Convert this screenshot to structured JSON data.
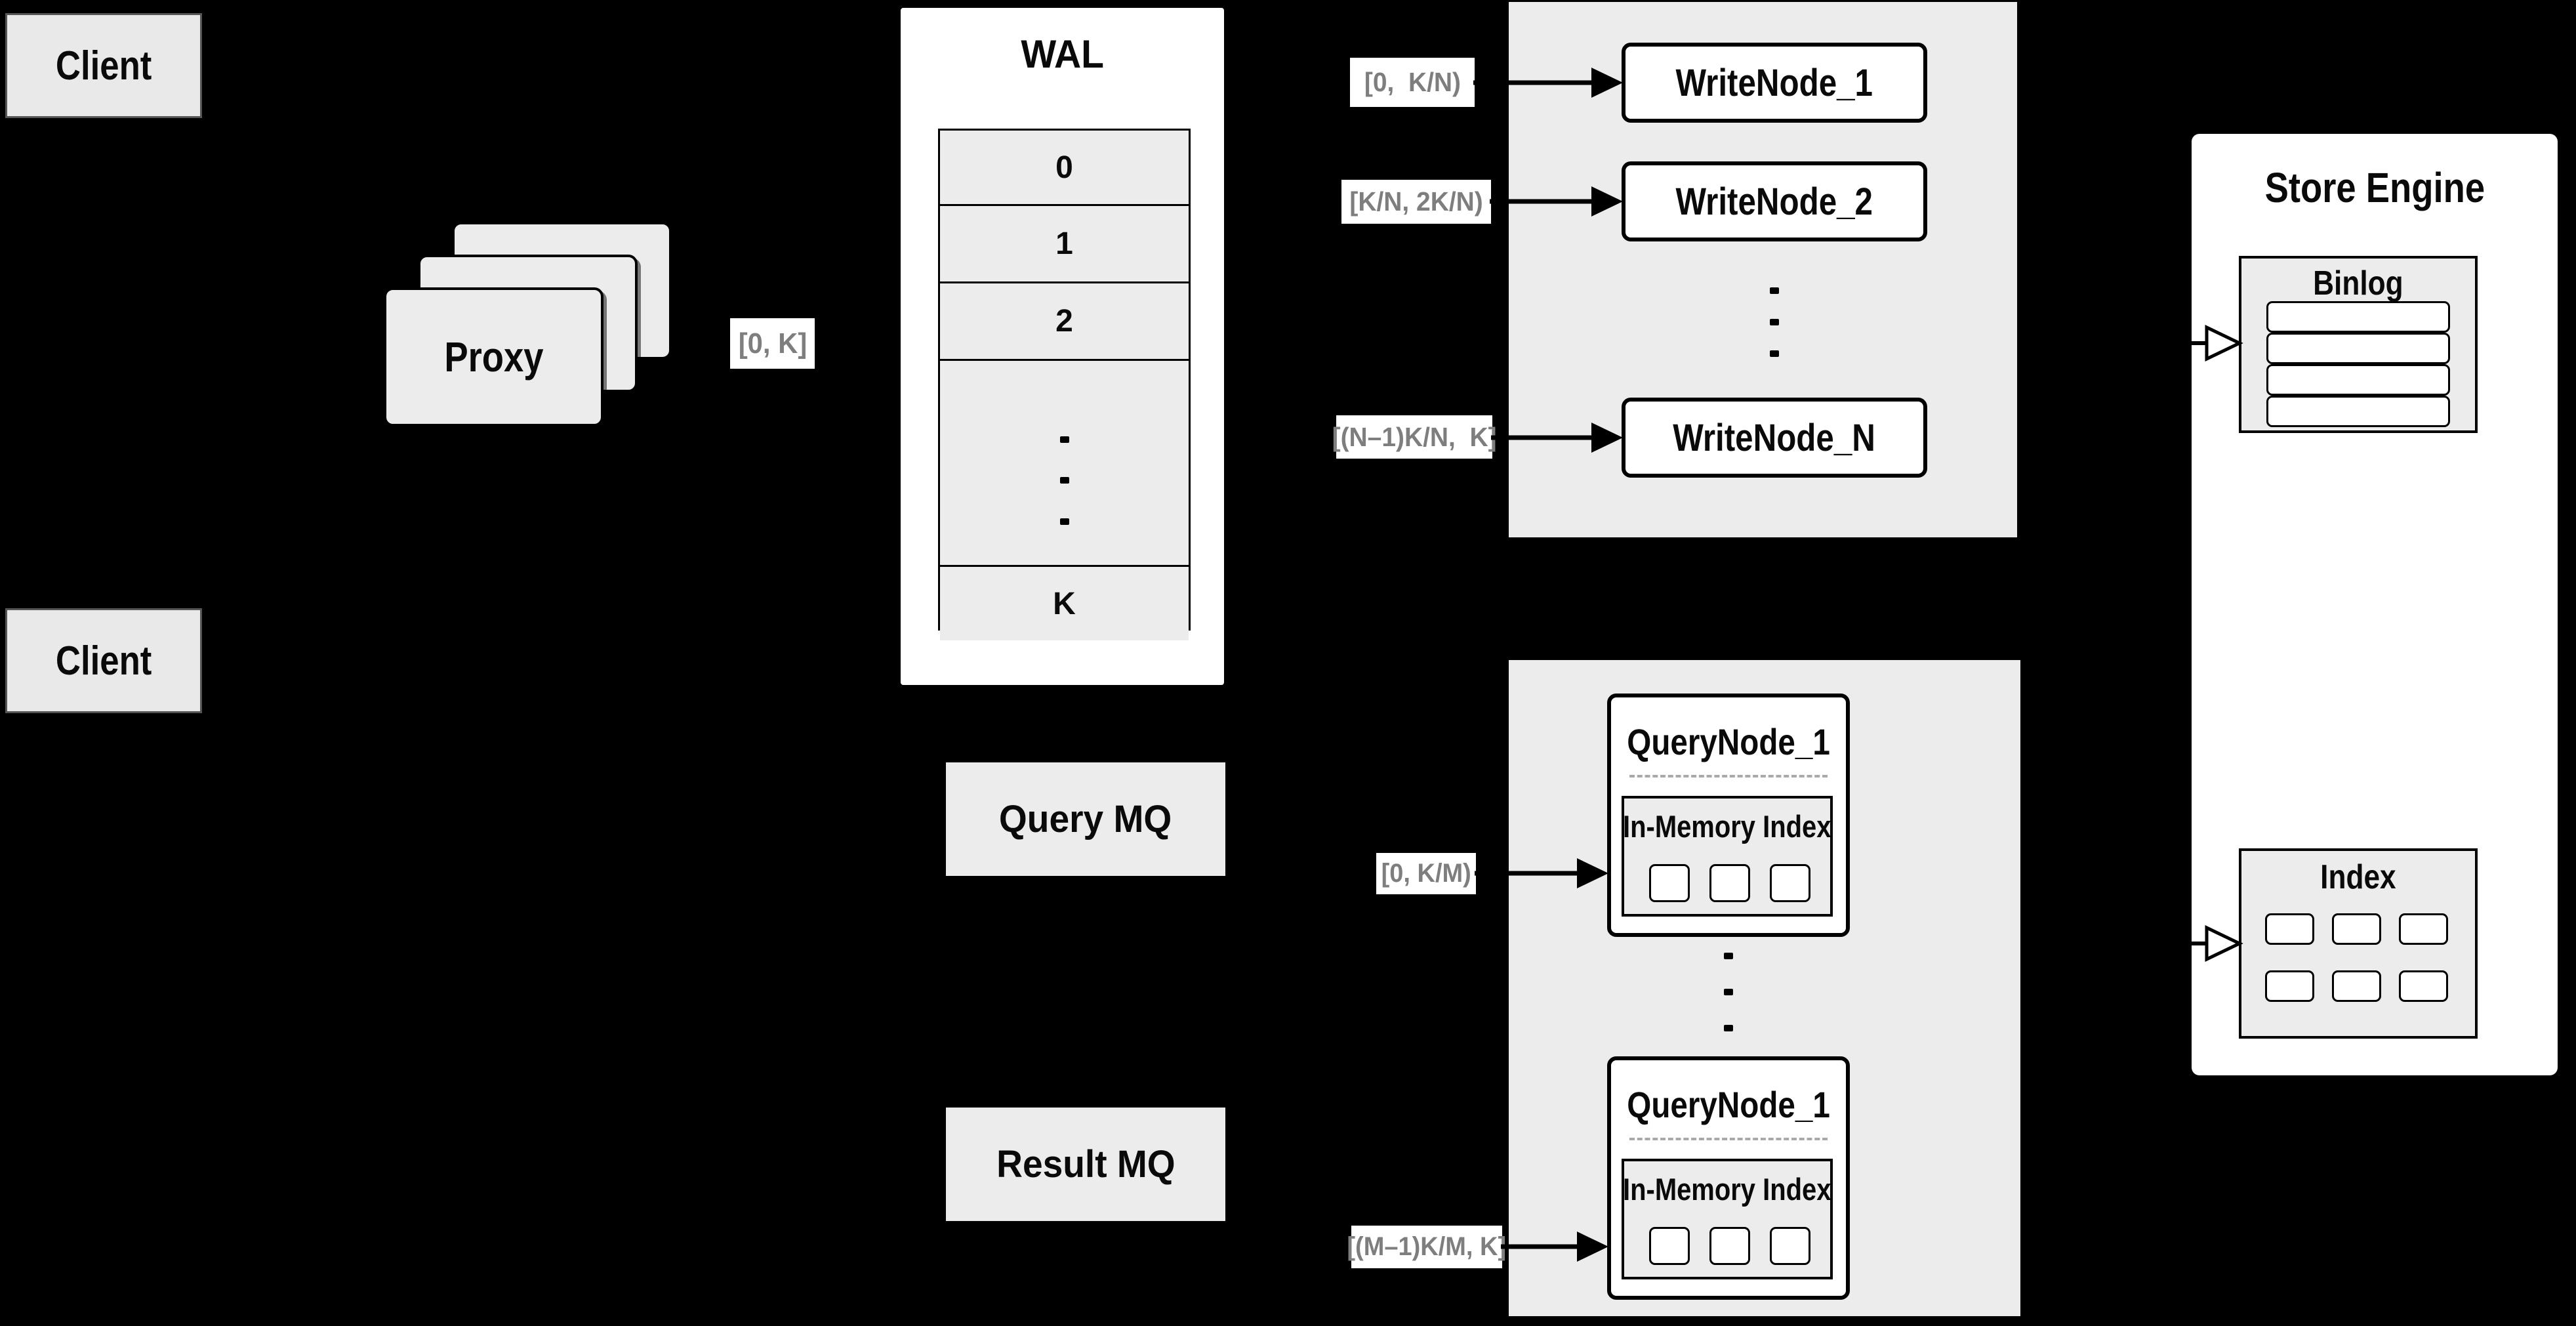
{
  "colors": {
    "background": "#000000",
    "panel_gray": "#ececec",
    "node_white": "#ffffff",
    "line_black": "#000000",
    "range_label_text": "#7e7e7e"
  },
  "clients": {
    "top": "Client",
    "bottom": "Client"
  },
  "proxy": {
    "label": "Proxy"
  },
  "range_labels": {
    "proxy_out": "[0, K]",
    "write_1": "[0,  K/N)",
    "write_2": "[K/N, 2K/N)",
    "write_n": "[(N–1)K/N,  K]",
    "query_1": "[0, K/M)",
    "query_m": "[(M–1)K/M, K]"
  },
  "wal": {
    "title": "WAL",
    "rows": [
      "0",
      "1",
      "2",
      "K"
    ]
  },
  "write_group": {
    "node1": "WriteNode_1",
    "node2": "WriteNode_2",
    "nodeN": "WriteNode_N"
  },
  "mq": {
    "query": "Query MQ",
    "result": "Result MQ"
  },
  "query_group": {
    "top": {
      "title": "QueryNode_1",
      "inner_title": "In-Memory Index"
    },
    "bottom": {
      "title": "QueryNode_1",
      "inner_title": "In-Memory Index"
    }
  },
  "store_engine": {
    "title": "Store Engine",
    "binlog": "Binlog",
    "index": "Index"
  }
}
